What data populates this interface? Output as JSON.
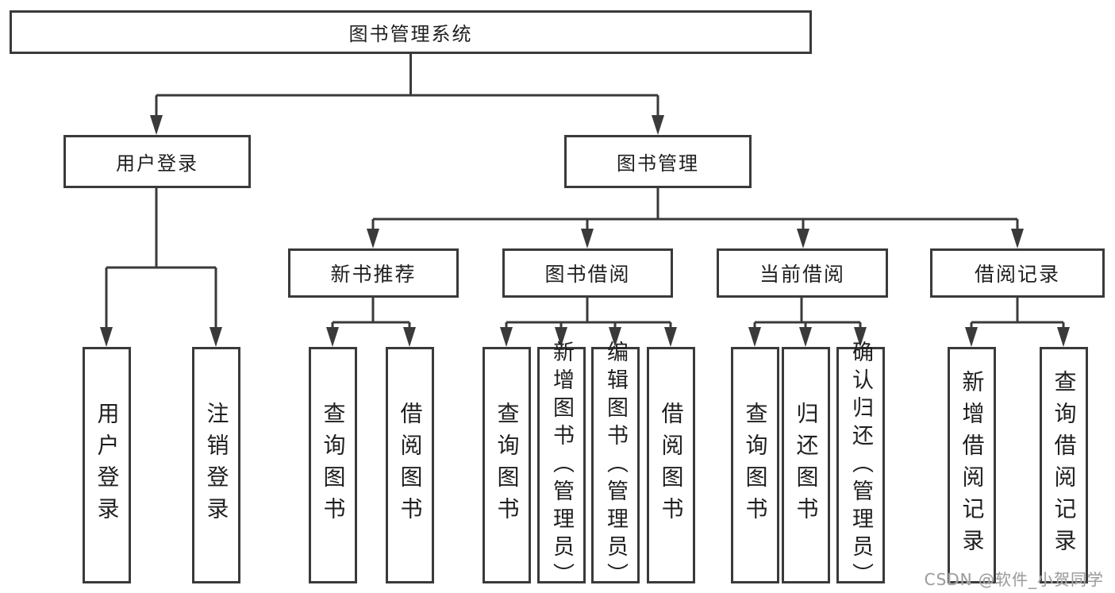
{
  "colors": {
    "line": "#3a3a3a",
    "box_border": "#3a3a3a",
    "text": "#1f1f1f",
    "watermark_text": "#9e9e9e",
    "background": "#ffffff"
  },
  "root": {
    "label": "图书管理系统"
  },
  "level2": [
    {
      "id": "user-login",
      "label": "用户登录"
    },
    {
      "id": "book-management",
      "label": "图书管理"
    }
  ],
  "level3": [
    {
      "id": "new-book-recommendation",
      "label": "新书推荐"
    },
    {
      "id": "book-borrowing",
      "label": "图书借阅"
    },
    {
      "id": "current-borrowing",
      "label": "当前借阅"
    },
    {
      "id": "borrowing-records",
      "label": "借阅记录"
    }
  ],
  "leaves": [
    {
      "id": "user-login-leaf",
      "label": "用户登录"
    },
    {
      "id": "logout-leaf",
      "label": "注销登录"
    },
    {
      "id": "recommend-query-books",
      "label": "查询图书"
    },
    {
      "id": "recommend-borrow-books",
      "label": "借阅图书"
    },
    {
      "id": "borrowing-query-books",
      "label": "查询图书"
    },
    {
      "id": "borrowing-add-books-admin",
      "label": "新增图书（管理员）"
    },
    {
      "id": "borrowing-edit-books-admin",
      "label": "编辑图书（管理员）"
    },
    {
      "id": "borrowing-borrow-books",
      "label": "借阅图书"
    },
    {
      "id": "current-query-books",
      "label": "查询图书"
    },
    {
      "id": "current-return-books",
      "label": "归还图书"
    },
    {
      "id": "current-confirm-return-admin",
      "label": "确认归还（管理员）"
    },
    {
      "id": "records-add-record",
      "label": "新增借阅记录"
    },
    {
      "id": "records-query-record",
      "label": "查询借阅记录"
    }
  ],
  "watermark": {
    "text": "CSDN @软件_小贺同学"
  }
}
